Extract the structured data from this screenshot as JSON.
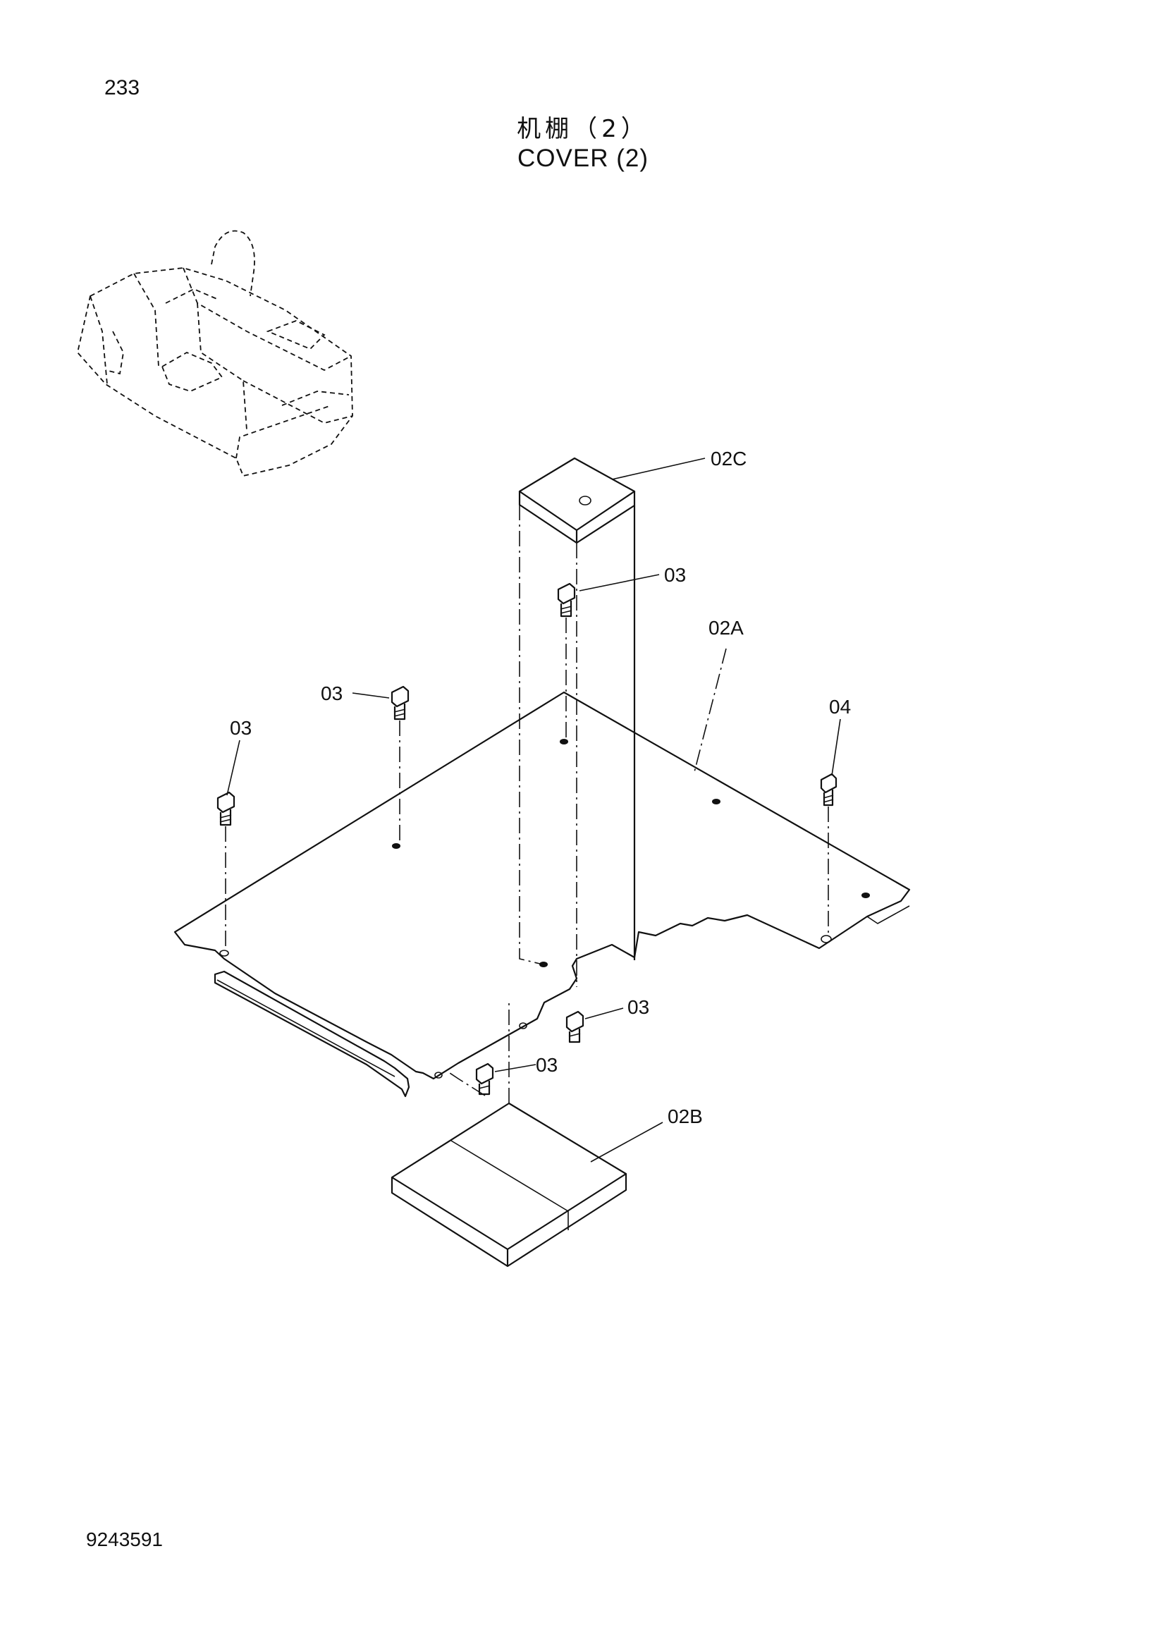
{
  "page_number": "233",
  "title_cn": "机棚（2）",
  "title_en": "COVER (2)",
  "doc_number": "9243591",
  "callouts": {
    "c02C": "02C",
    "c03_top": "03",
    "c02A": "02A",
    "c03_mid": "03",
    "c03_left": "03",
    "c04": "04",
    "c03_right1": "03",
    "c03_right2": "03",
    "c02B": "02B"
  }
}
